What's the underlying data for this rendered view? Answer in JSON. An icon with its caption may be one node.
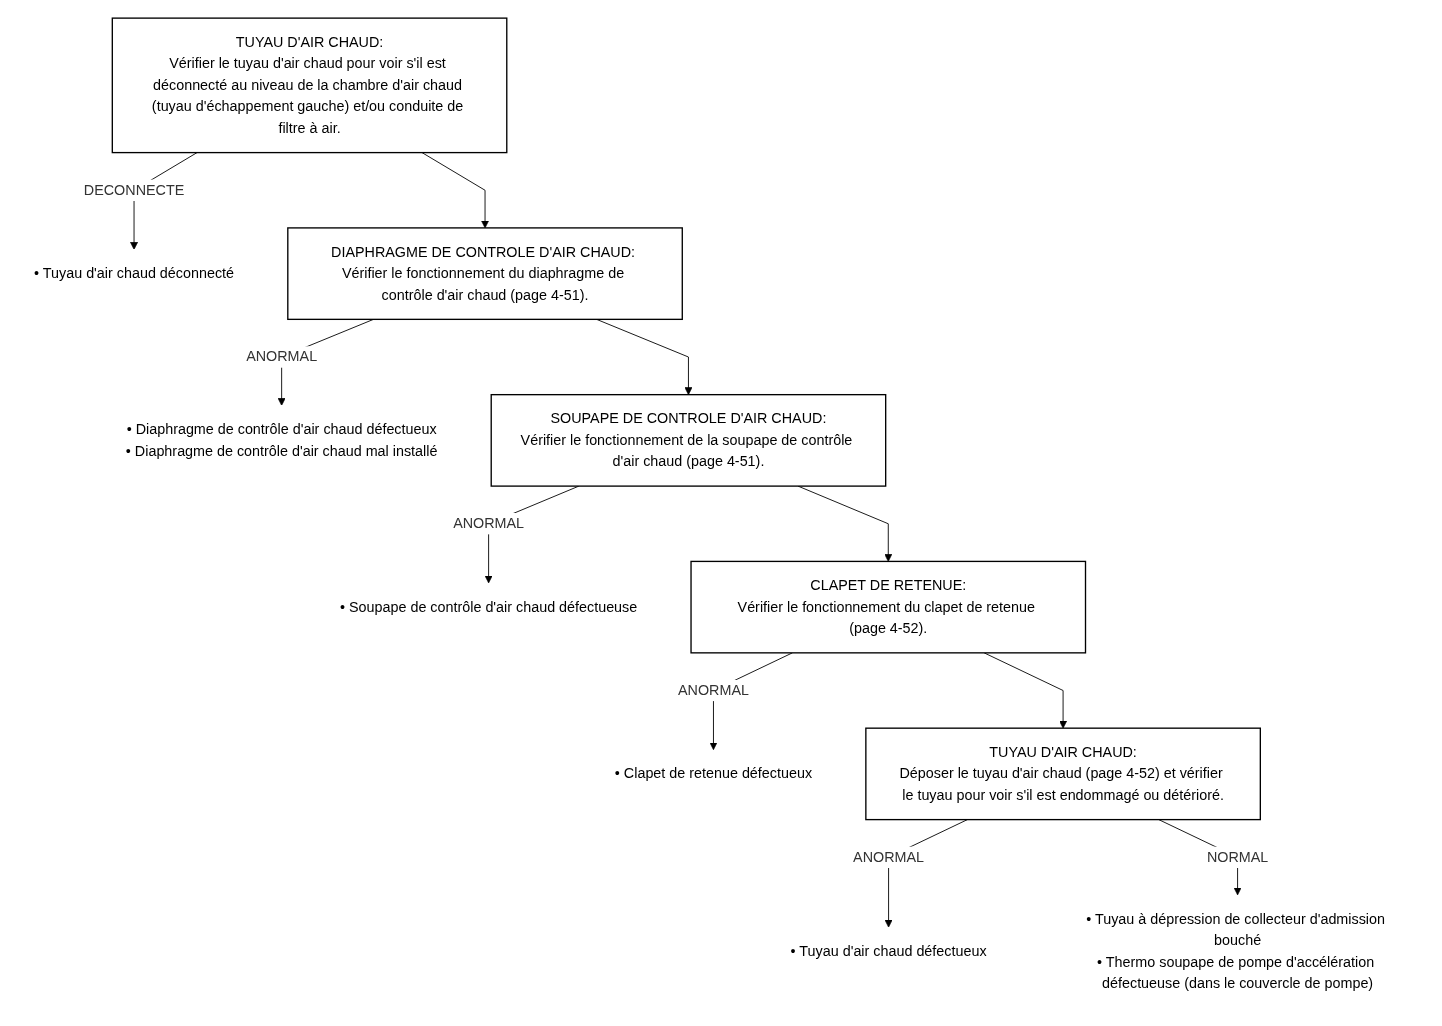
{
  "diagram": {
    "nodes": [
      {
        "text": [
          "TUYAU D'AIR CHAUD:",
          "Vérifier le tuyau d'air chaud pour voir s'il est déconnecté au niveau de la chambre d'air chaud (tuyau d'échappement gauche) et/ou conduite de filtre à air."
        ]
      },
      {
        "text": [
          "• Tuyau d'air chaud déconnecté"
        ]
      },
      {
        "text": [
          "DIAPHRAGME DE CONTROLE D'AIR CHAUD: Vérifier le fonctionnement du diaphragme de contrôle d'air chaud (page 4-51)."
        ]
      },
      {
        "text": [
          "• Diaphragme de contrôle d'air chaud défectueux",
          "• Diaphragme de contrôle d'air chaud mal installé"
        ]
      },
      {
        "text": [
          "SOUPAPE DE CONTROLE D'AIR CHAUD:",
          "Vérifier le fonctionnement de la soupape de contrôle d'air chaud (page 4-51)."
        ]
      },
      {
        "text": [
          "• Soupape de contrôle d'air chaud défectueuse"
        ]
      },
      {
        "text": [
          "CLAPET DE RETENUE:",
          "Vérifier le fonctionnement du clapet de retenue (page 4-52)."
        ]
      },
      {
        "text": [
          "• Clapet de retenue défectueux"
        ]
      },
      {
        "text": [
          "TUYAU D'AIR CHAUD:",
          "Déposer le tuyau d'air chaud (page 4-52) et vérifier le tuyau pour voir s'il est endommagé ou détérioré."
        ]
      },
      {
        "text": [
          "• Tuyau d'air chaud défectueux"
        ]
      },
      {
        "text": [
          "• Tuyau à dépression de collecteur d'admission bouché",
          "• Thermo soupape de pompe d'accélération défectueuse (dans le couvercle de pompe)"
        ]
      }
    ],
    "edges": [
      {
        "from": 0,
        "to": 1,
        "arrow": "to",
        "label": "DECONNECTE"
      },
      {
        "from": 0,
        "to": 2,
        "arrow": "to"
      },
      {
        "from": 2,
        "to": 3,
        "arrow": "to",
        "label": "ANORMAL"
      },
      {
        "from": 2,
        "to": 4,
        "arrow": "to"
      },
      {
        "from": 4,
        "to": 5,
        "arrow": "to",
        "label": "ANORMAL"
      },
      {
        "from": 4,
        "to": 6,
        "arrow": "to"
      },
      {
        "from": 6,
        "to": 7,
        "arrow": "to",
        "label": "ANORMAL"
      },
      {
        "from": 6,
        "to": 8,
        "arrow": "to"
      },
      {
        "from": 8,
        "to": 9,
        "arrow": "to",
        "label": "ANORMAL"
      },
      {
        "from": 8,
        "to": 10,
        "arrow": "to",
        "label": "NORMAL"
      }
    ]
  }
}
